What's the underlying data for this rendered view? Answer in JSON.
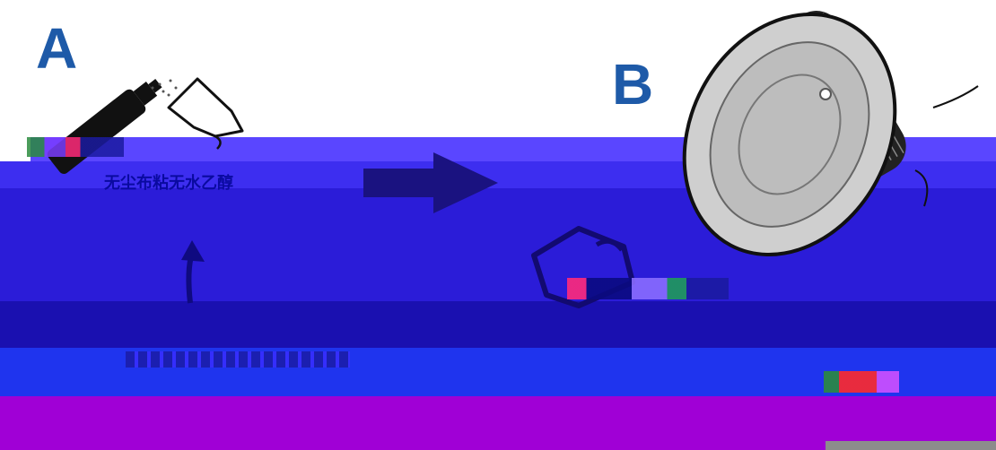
{
  "step_a": {
    "letter": "A",
    "caption": "无尘布粘无水乙醇"
  },
  "step_b": {
    "letter": "B"
  },
  "colors": {
    "label_blue": "#1e5aa8",
    "band_violet": "#4f3bf2",
    "band_indigo": "#2a1ad6",
    "band_deep": "#1c12b8",
    "band_blue": "#1f3cf0",
    "band_magenta": "#a000d8",
    "corrupt_gray": "#8c8c8c",
    "arrow": "#1a1280"
  },
  "icons": [
    "spray-can-icon",
    "cloth-icon",
    "arrow-right-icon",
    "arrow-up-icon",
    "lens-icon"
  ]
}
